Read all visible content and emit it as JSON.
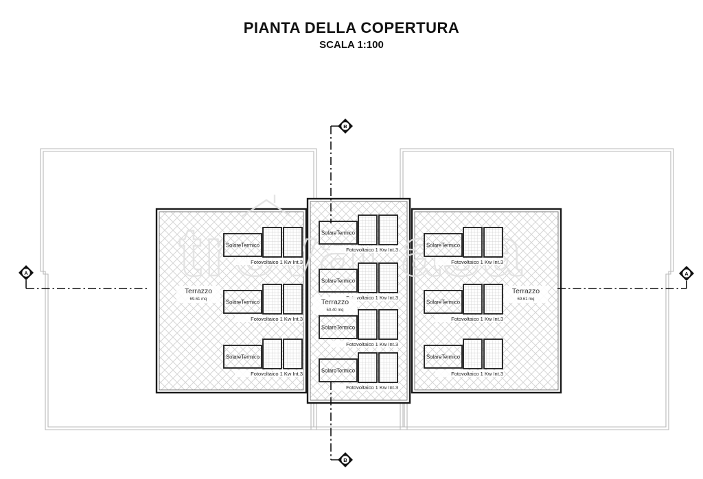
{
  "header": {
    "title": "PIANTA DELLA COPERTURA",
    "subtitle": "SCALA 1:100"
  },
  "watermark": "trovacasa",
  "plan": {
    "terraces": [
      {
        "id": "left",
        "label": "Terrazzo",
        "area": "69.61 mq",
        "panel_groups": 3
      },
      {
        "id": "center",
        "label": "Terrazzo",
        "area": "50.40 mq",
        "panel_groups": 4
      },
      {
        "id": "right",
        "label": "Terrazzo",
        "area": "69.61 mq",
        "panel_groups": 3
      }
    ],
    "panels": {
      "solar_thermal_label": "SolareTermico",
      "photovoltaic_label": "Fotovoltaico 1 Kw Int.3"
    },
    "section_markers": [
      {
        "letter": "A",
        "side": "left"
      },
      {
        "letter": "A",
        "side": "right"
      },
      {
        "letter": "B",
        "side": "top"
      },
      {
        "letter": "B",
        "side": "bottom"
      }
    ]
  },
  "colors": {
    "line_dark": "#1a1a1a",
    "line_thin": "#6e6e6e",
    "outline_light": "#b9b9b9",
    "hatch": "#d6d6d6",
    "pv_grid": "#c9c9c9",
    "watermark": "#e2e2e2",
    "text": "#222222"
  }
}
